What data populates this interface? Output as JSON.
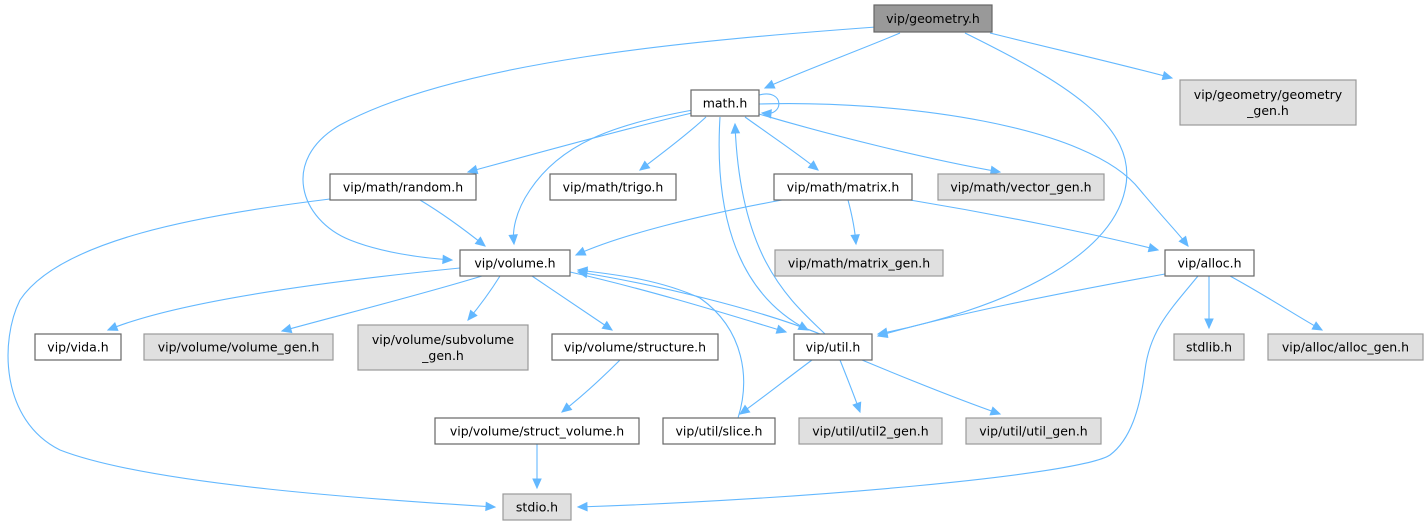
{
  "title": "vip/geometry.h",
  "colors": {
    "edge": "#63b8ff",
    "root_fill": "#999999",
    "root_border": "#666666",
    "documented_fill": "#ffffff",
    "documented_border": "#666666",
    "external_fill": "#e0e0e0",
    "external_border": "#999999"
  },
  "nodes": [
    {
      "id": "geometry",
      "lines": [
        "vip/geometry.h"
      ],
      "kind": "root"
    },
    {
      "id": "math",
      "lines": [
        "math.h"
      ],
      "kind": "documented"
    },
    {
      "id": "geometry_gen",
      "lines": [
        "vip/geometry/geometry",
        "_gen.h"
      ],
      "kind": "external"
    },
    {
      "id": "random",
      "lines": [
        "vip/math/random.h"
      ],
      "kind": "documented"
    },
    {
      "id": "trigo",
      "lines": [
        "vip/math/trigo.h"
      ],
      "kind": "documented"
    },
    {
      "id": "matrix",
      "lines": [
        "vip/math/matrix.h"
      ],
      "kind": "documented"
    },
    {
      "id": "vector_gen",
      "lines": [
        "vip/math/vector_gen.h"
      ],
      "kind": "external"
    },
    {
      "id": "volume",
      "lines": [
        "vip/volume.h"
      ],
      "kind": "documented"
    },
    {
      "id": "matrix_gen",
      "lines": [
        "vip/math/matrix_gen.h"
      ],
      "kind": "external"
    },
    {
      "id": "alloc",
      "lines": [
        "vip/alloc.h"
      ],
      "kind": "documented"
    },
    {
      "id": "vida",
      "lines": [
        "vip/vida.h"
      ],
      "kind": "documented"
    },
    {
      "id": "volume_gen",
      "lines": [
        "vip/volume/volume_gen.h"
      ],
      "kind": "external"
    },
    {
      "id": "subvolume_gen",
      "lines": [
        "vip/volume/subvolume",
        "_gen.h"
      ],
      "kind": "external"
    },
    {
      "id": "structure",
      "lines": [
        "vip/volume/structure.h"
      ],
      "kind": "documented"
    },
    {
      "id": "util",
      "lines": [
        "vip/util.h"
      ],
      "kind": "documented"
    },
    {
      "id": "stdlib",
      "lines": [
        "stdlib.h"
      ],
      "kind": "external"
    },
    {
      "id": "alloc_gen",
      "lines": [
        "vip/alloc/alloc_gen.h"
      ],
      "kind": "external"
    },
    {
      "id": "struct_volume",
      "lines": [
        "vip/volume/struct_volume.h"
      ],
      "kind": "documented"
    },
    {
      "id": "slice",
      "lines": [
        "vip/util/slice.h"
      ],
      "kind": "documented"
    },
    {
      "id": "util2_gen",
      "lines": [
        "vip/util/util2_gen.h"
      ],
      "kind": "external"
    },
    {
      "id": "util_gen",
      "lines": [
        "vip/util/util_gen.h"
      ],
      "kind": "external"
    },
    {
      "id": "stdio",
      "lines": [
        "stdio.h"
      ],
      "kind": "external"
    }
  ],
  "edges": [
    {
      "from": "geometry",
      "to": "math"
    },
    {
      "from": "geometry",
      "to": "geometry_gen"
    },
    {
      "from": "geometry",
      "to": "volume"
    },
    {
      "from": "geometry",
      "to": "util"
    },
    {
      "from": "math",
      "to": "math"
    },
    {
      "from": "math",
      "to": "random"
    },
    {
      "from": "math",
      "to": "trigo"
    },
    {
      "from": "math",
      "to": "matrix"
    },
    {
      "from": "math",
      "to": "vector_gen"
    },
    {
      "from": "math",
      "to": "volume"
    },
    {
      "from": "math",
      "to": "alloc"
    },
    {
      "from": "math",
      "to": "util"
    },
    {
      "from": "random",
      "to": "volume"
    },
    {
      "from": "random",
      "to": "stdio"
    },
    {
      "from": "matrix",
      "to": "volume"
    },
    {
      "from": "matrix",
      "to": "matrix_gen"
    },
    {
      "from": "matrix",
      "to": "alloc"
    },
    {
      "from": "volume",
      "to": "vida"
    },
    {
      "from": "volume",
      "to": "volume_gen"
    },
    {
      "from": "volume",
      "to": "subvolume_gen"
    },
    {
      "from": "volume",
      "to": "structure"
    },
    {
      "from": "volume",
      "to": "util"
    },
    {
      "from": "alloc",
      "to": "util"
    },
    {
      "from": "alloc",
      "to": "stdlib"
    },
    {
      "from": "alloc",
      "to": "alloc_gen"
    },
    {
      "from": "alloc",
      "to": "stdio"
    },
    {
      "from": "util",
      "to": "math"
    },
    {
      "from": "util",
      "to": "volume"
    },
    {
      "from": "util",
      "to": "slice"
    },
    {
      "from": "util",
      "to": "util2_gen"
    },
    {
      "from": "util",
      "to": "util_gen"
    },
    {
      "from": "structure",
      "to": "struct_volume"
    },
    {
      "from": "struct_volume",
      "to": "stdio"
    },
    {
      "from": "slice",
      "to": "volume"
    }
  ]
}
